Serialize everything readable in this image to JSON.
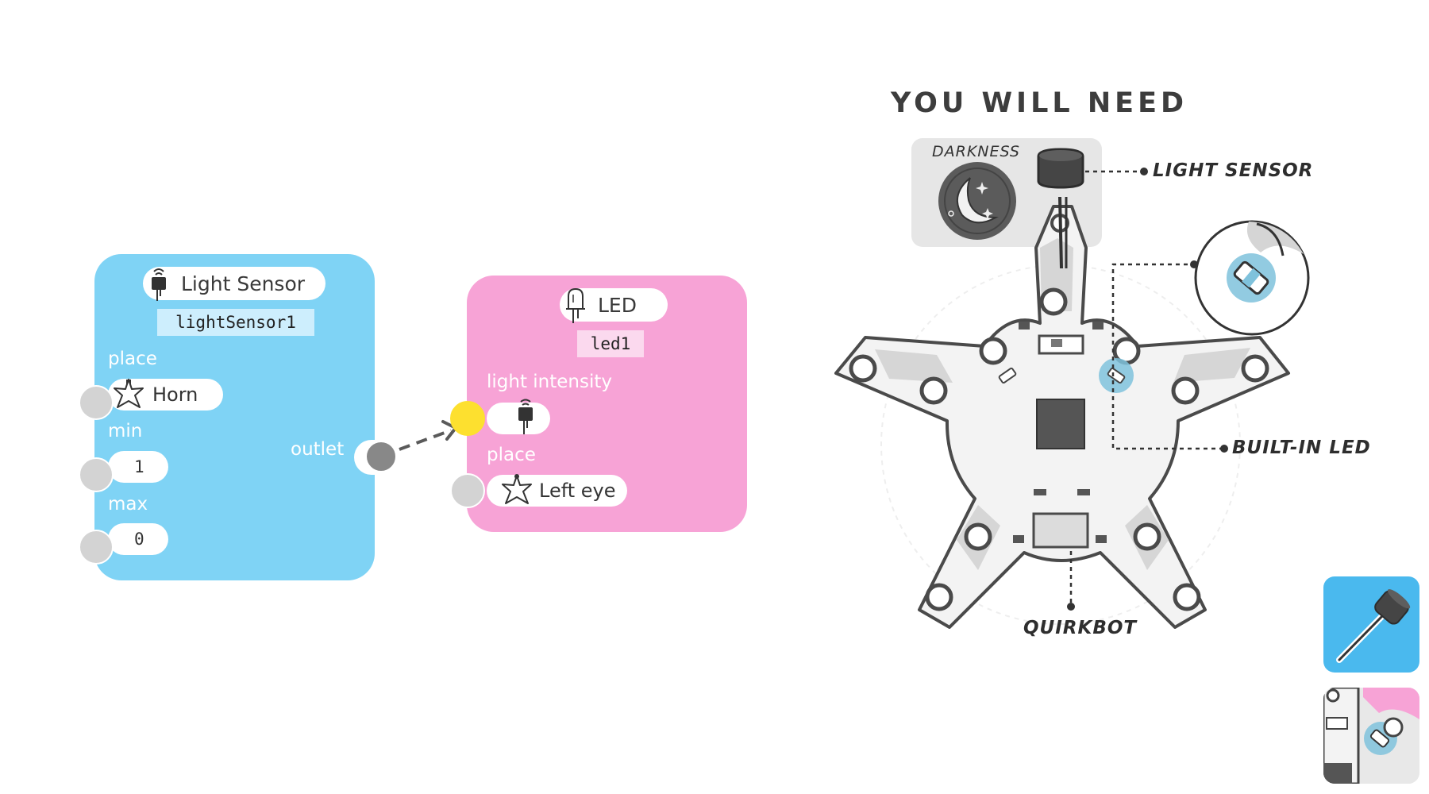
{
  "light_sensor_node": {
    "title": "Light Sensor",
    "id": "lightSensor1",
    "fields": {
      "place_label": "place",
      "place_value": "Horn",
      "min_label": "min",
      "min_value": "1",
      "max_label": "max",
      "max_value": "0"
    },
    "outlet_label": "outlet",
    "color": "#7fd3f5"
  },
  "led_node": {
    "title": "LED",
    "id": "led1",
    "fields": {
      "intensity_label": "light intensity",
      "place_label": "place",
      "place_value": "Left eye"
    },
    "color": "#f7a3d6"
  },
  "you_will_need": {
    "title": "YOU WILL NEED",
    "condition_label": "DARKNESS",
    "callouts": {
      "light_sensor": "LIGHT SENSOR",
      "built_in_led": "BUILT-IN LED",
      "quirkbot": "QUIRKBOT"
    }
  },
  "icons": {
    "sensor": "light-sensor-icon",
    "led": "led-icon",
    "place": "quirkbot-star-icon",
    "darkness": "moon-icon"
  },
  "colors": {
    "connection_active": "#fde02f",
    "led_highlight": "#7fc2dc"
  }
}
